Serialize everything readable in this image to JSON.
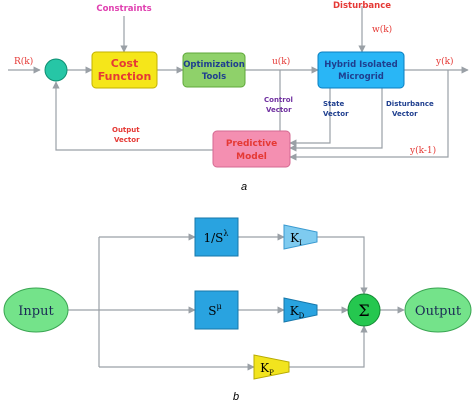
{
  "diagram_a": {
    "caption": "a",
    "constraints": "Constraints",
    "disturbance": "Disturbance",
    "w_signal": "w(k)",
    "r_signal": "R(k)",
    "cost_line1": "Cost",
    "cost_line2": "Function",
    "opt_line1": "Optimization",
    "opt_line2": "Tools",
    "u_signal": "u(k)",
    "hybrid_line1": "Hybrid Isolated",
    "hybrid_line2": "Microgrid",
    "y_signal": "y(k)",
    "control_line1": "Control",
    "control_line2": "Vector",
    "state_line1": "State",
    "state_line2": "Vector",
    "dist_vec_line1": "Disturbance",
    "dist_vec_line2": "Vector",
    "output_line1": "Output",
    "output_line2": "Vector",
    "pred_line1": "Predictive",
    "pred_line2": "Model",
    "yk1_signal": "y(k-1)"
  },
  "diagram_b": {
    "caption": "b",
    "input": "Input",
    "output": "Output",
    "integrator_prefix": "1/S",
    "integrator_exp": "λ",
    "differentiator_base": "S",
    "differentiator_exp": "μ",
    "ki_base": "K",
    "ki_sub": "I",
    "kd_base": "K",
    "kd_sub": "D",
    "kp_base": "K",
    "kp_sub": "P",
    "sum_symbol": "Σ"
  },
  "colors": {
    "line": "#9aa0a6",
    "red_text": "#e53935",
    "magenta_text": "#e040b0",
    "purple_text": "#7030a0",
    "blue_text": "#1f3f8f",
    "sum_a": "#26c6a6",
    "cost_box": "#f5e61a",
    "opt_box": "#8fd16a",
    "hybrid_box": "#29b6f6",
    "pred_box": "#f48fb1",
    "b_block": "#29a3e0",
    "b_gain": "#7ecbf0",
    "kp_gain": "#f2e41e",
    "io_ellipse": "#74e38a",
    "sum_b": "#25c74f"
  }
}
